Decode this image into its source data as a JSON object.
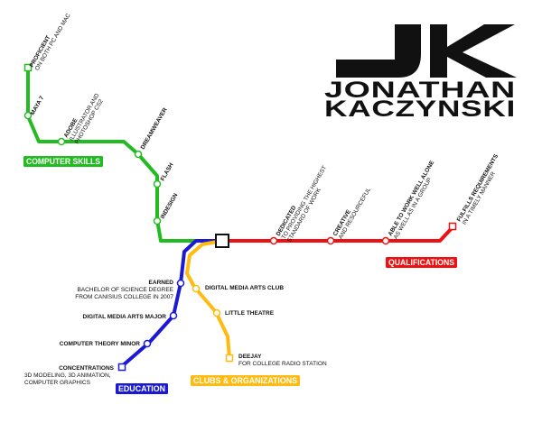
{
  "logo": {
    "monogram": "JK",
    "first_name": "JONATHAN",
    "last_name": "KACZYNSKI"
  },
  "colors": {
    "computer_skills": "#22bb22",
    "qualifications": "#ee1111",
    "education": "#1a1ad6",
    "clubs": "#ffbb11",
    "ink": "#111111"
  },
  "lines": {
    "computer_skills": {
      "name": "COMPUTER SKILLS",
      "stations": [
        {
          "title": "PROFICIENT",
          "sub": [
            "ON BOTH PC AND MAC"
          ]
        },
        {
          "title": "MAYA 7",
          "sub": []
        },
        {
          "title": "ADOBE",
          "sub": [
            "ILLUSTRATOR AND",
            "PHOTOSHOP CS2"
          ]
        },
        {
          "title": "DREAMWEAVER",
          "sub": []
        },
        {
          "title": "FLASH",
          "sub": []
        },
        {
          "title": "INDESIGN",
          "sub": []
        }
      ]
    },
    "qualifications": {
      "name": "QUALIFICATIONS",
      "stations": [
        {
          "title": "DEDICATED",
          "sub": [
            "TO PROVIDING THE HIGHEST",
            "STANDARD OF WORK"
          ]
        },
        {
          "title": "CREATIVE",
          "sub": [
            "AND RESOURCEFUL"
          ]
        },
        {
          "title": "ABLE TO WORK WELL ALONE",
          "sub": [
            "AS WELL AS IN A GROUP"
          ]
        },
        {
          "title": "FULFILLS REQUIREMENTS",
          "sub": [
            "IN A TIMELY MANNER"
          ]
        }
      ]
    },
    "education": {
      "name": "EDUCATION",
      "stations": [
        {
          "title": "EARNED",
          "sub": [
            "BACHELOR OF SCIENCE DEGREE",
            "FROM CANISIUS COLLEGE IN 2007"
          ]
        },
        {
          "title": "DIGITAL MEDIA ARTS MAJOR",
          "sub": []
        },
        {
          "title": "COMPUTER THEORY MINOR",
          "sub": []
        },
        {
          "title": "CONCENTRATIONS",
          "sub": [
            "3D MODELING, 3D ANIMATION,",
            "COMPUTER GRAPHICS"
          ]
        }
      ]
    },
    "clubs": {
      "name": "CLUBS & ORGANIZATIONS",
      "stations": [
        {
          "title": "DIGITAL MEDIA ARTS CLUB",
          "sub": []
        },
        {
          "title": "LITTLE THEATRE",
          "sub": []
        },
        {
          "title": "DEEJAY",
          "sub": [
            "FOR COLLEGE RADIO STATION"
          ]
        }
      ]
    }
  }
}
